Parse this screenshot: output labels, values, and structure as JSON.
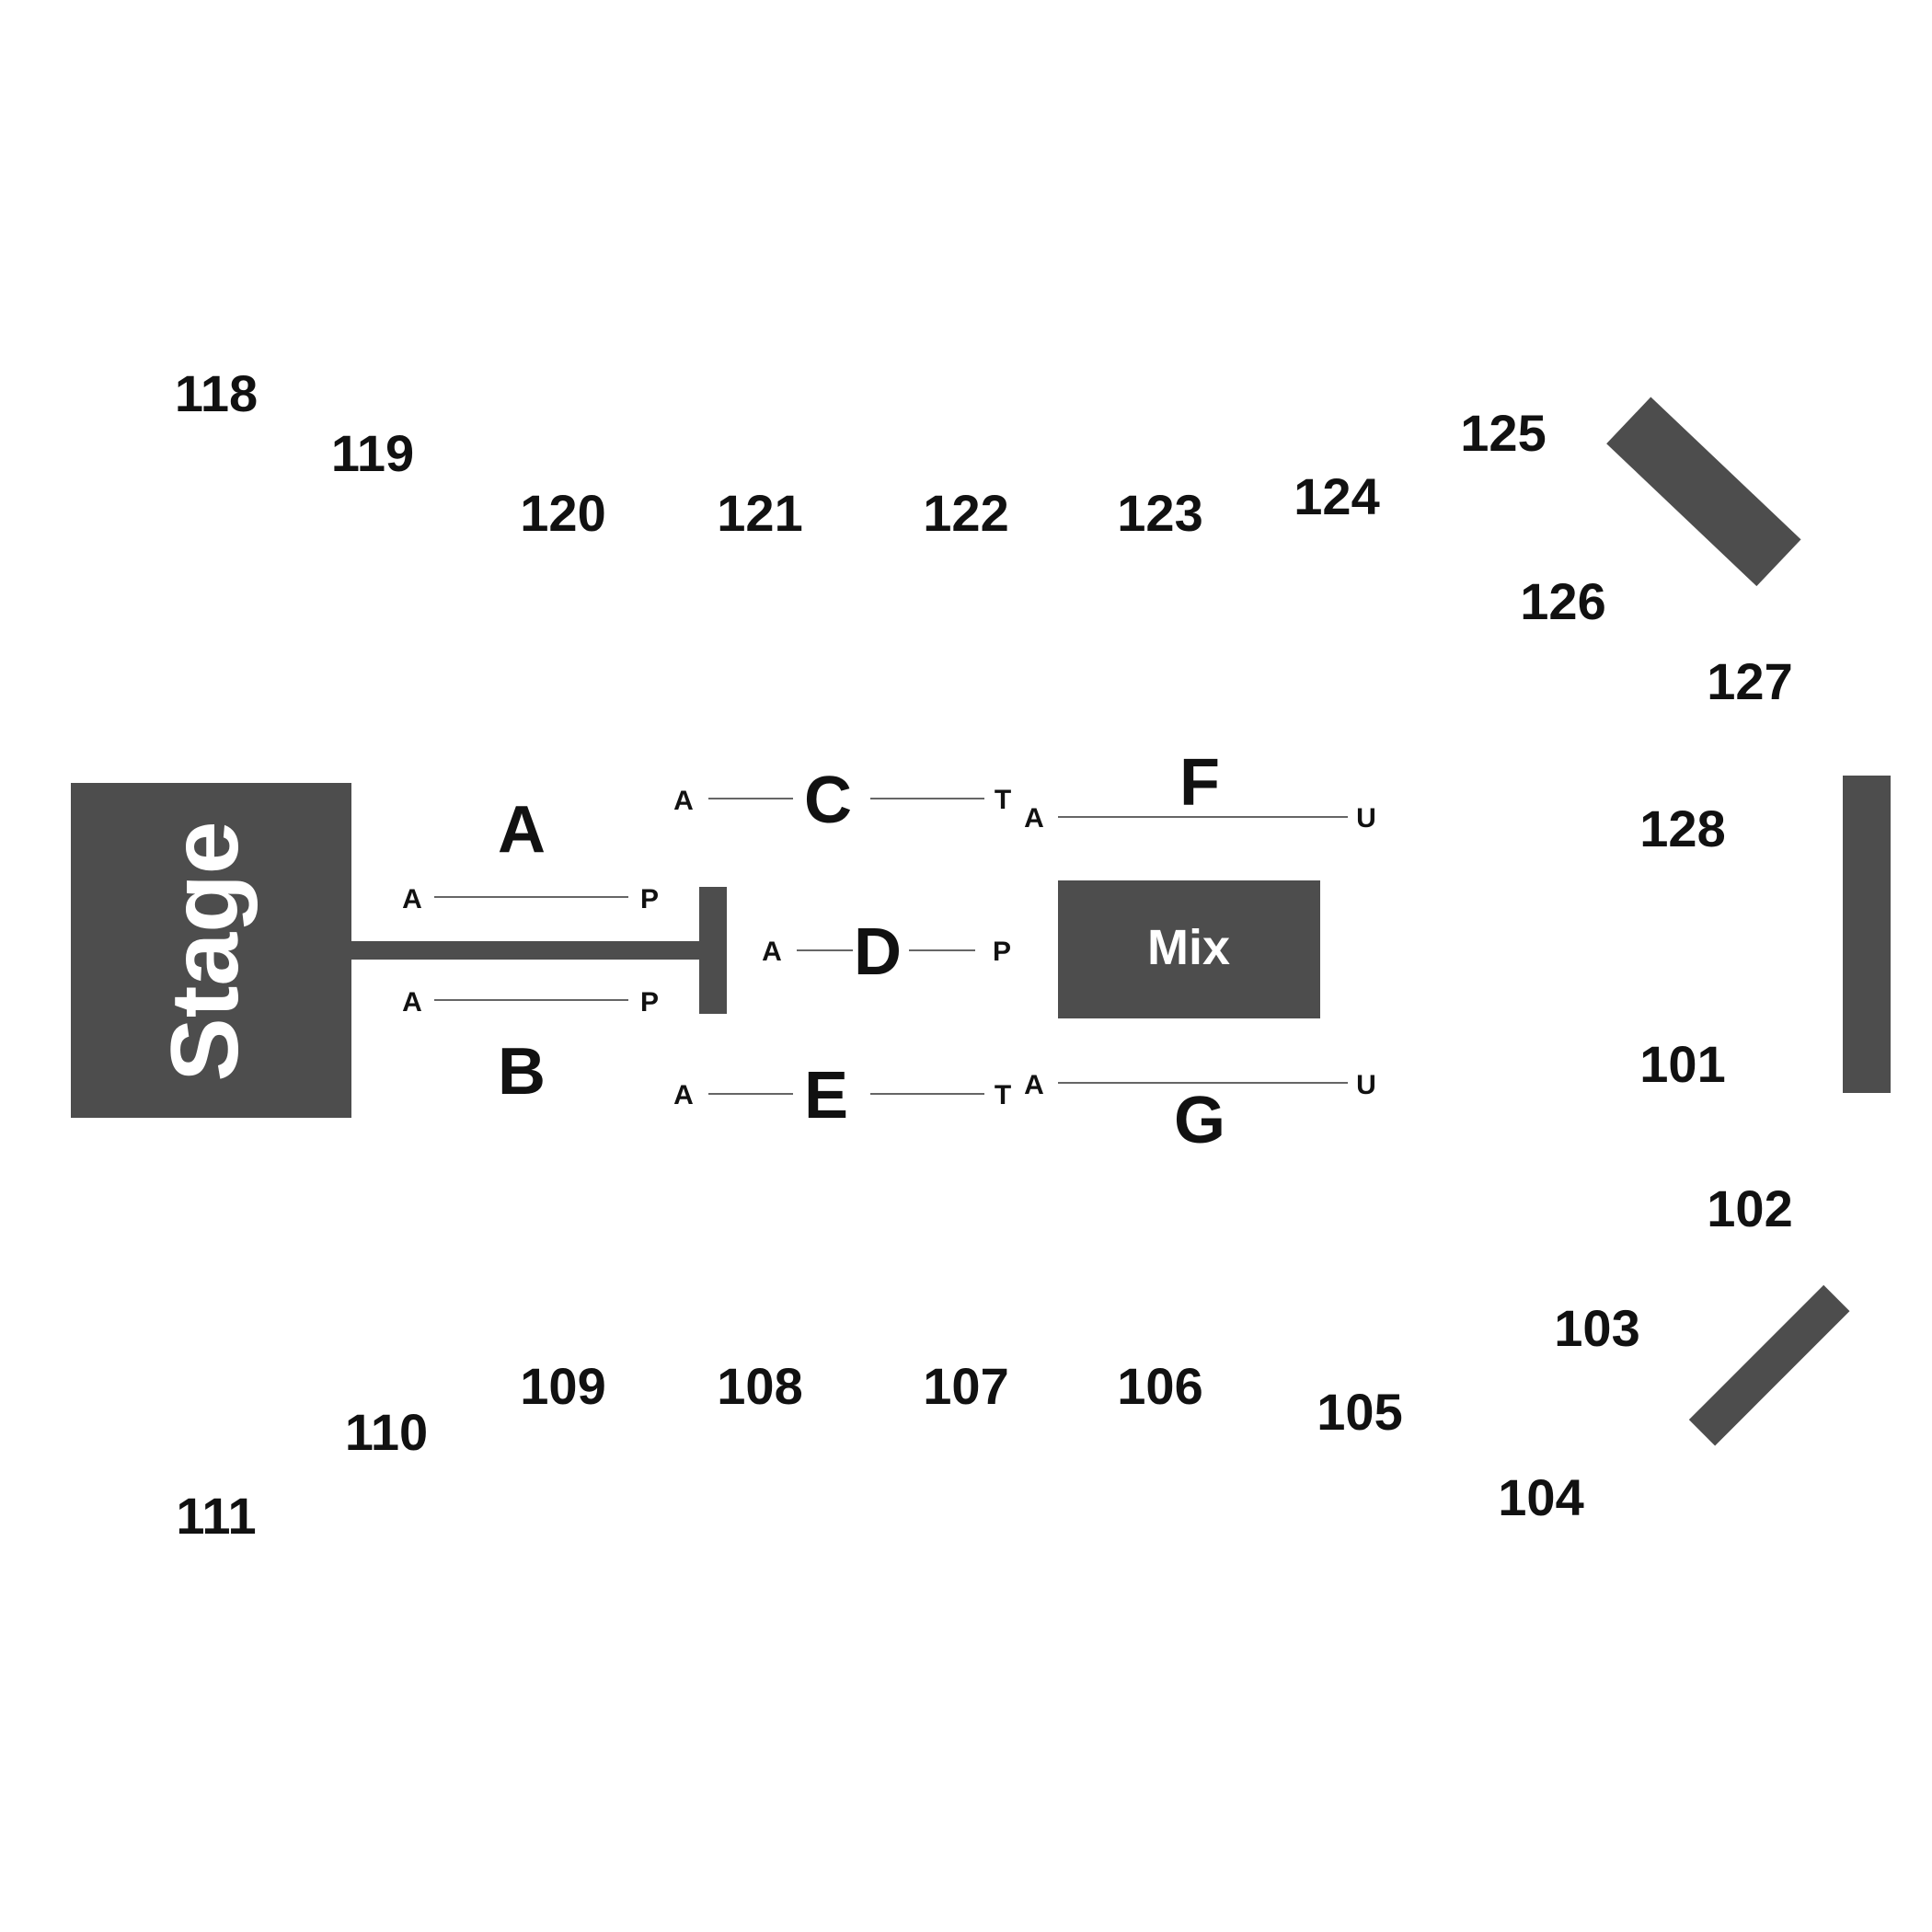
{
  "venue_map": {
    "colors": {
      "block": "#4d4d4d",
      "text": "#111111",
      "label_on_block": "#ffffff",
      "background": "#ffffff"
    },
    "stage_label": "Stage",
    "mix_label": "Mix",
    "upper_sections": [
      "118",
      "119",
      "120",
      "121",
      "122",
      "123",
      "124",
      "125",
      "126",
      "127",
      "128"
    ],
    "lower_sections": [
      "101",
      "102",
      "103",
      "104",
      "105",
      "106",
      "107",
      "108",
      "109",
      "110",
      "111"
    ],
    "floor_sections": [
      {
        "name": "A",
        "rows": [
          {
            "first": "A",
            "last": "P"
          }
        ]
      },
      {
        "name": "B",
        "rows": [
          {
            "first": "A",
            "last": "P"
          }
        ]
      },
      {
        "name": "C",
        "rows": [
          {
            "first": "A",
            "last": "T"
          }
        ]
      },
      {
        "name": "D",
        "rows": [
          {
            "first": "A",
            "last": "P"
          }
        ]
      },
      {
        "name": "E",
        "rows": [
          {
            "first": "A",
            "last": "T"
          }
        ]
      },
      {
        "name": "F",
        "rows": [
          {
            "first": "A",
            "last": "U"
          }
        ]
      },
      {
        "name": "G",
        "rows": [
          {
            "first": "A",
            "last": "U"
          }
        ]
      }
    ]
  }
}
